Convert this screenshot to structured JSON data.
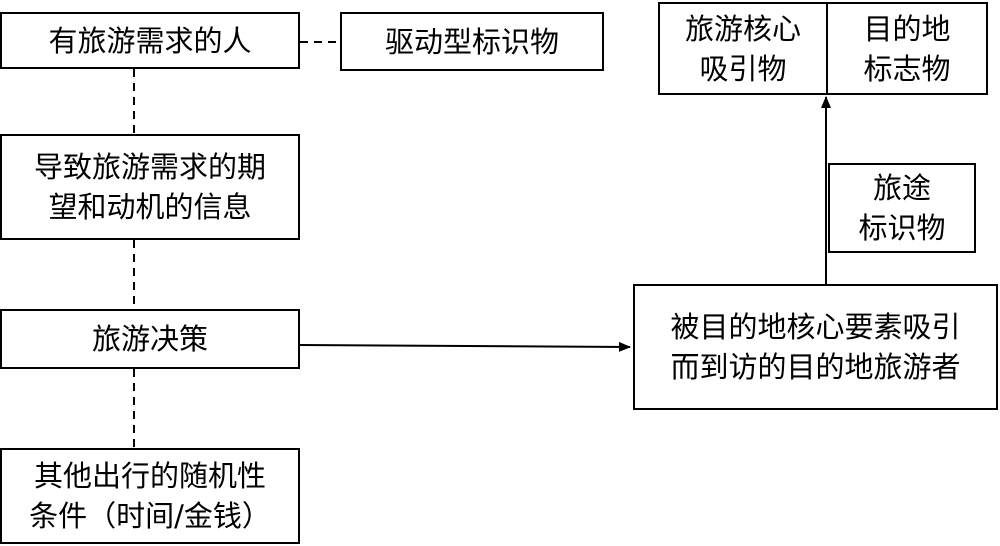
{
  "nodes": {
    "tourism_demand_people": "有旅游需求的人",
    "driving_marker": "驱动型标识物",
    "expectation_motivation_info": [
      "导致旅游需求的期",
      "望和动机的信息"
    ],
    "tourism_decision": "旅游决策",
    "random_conditions": [
      "其他出行的随机性",
      "条件（时间/金钱）"
    ],
    "core_attraction": [
      "旅游核心",
      "吸引物"
    ],
    "destination_landmark": [
      "目的地",
      "标志物"
    ],
    "enroute_marker": [
      "旅途",
      "标识物"
    ],
    "attracted_tourist": [
      "被目的地核心要素吸引",
      "而到访的目的地旅游者"
    ]
  }
}
